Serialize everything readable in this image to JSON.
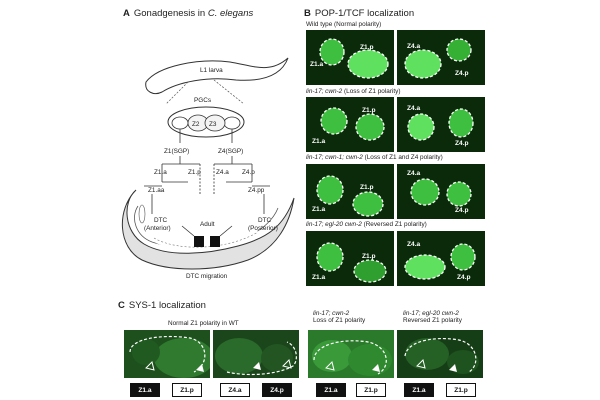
{
  "panel_a": {
    "letter": "A",
    "title_prefix": "Gonadgenesis in",
    "title_species": "C. elegans",
    "l1_larva": "L1 larva",
    "pgcs": "PGCs",
    "z2": "Z2",
    "z3": "Z3",
    "z1_sgp": "Z1(SGP)",
    "z4_sgp": "Z4(SGP)",
    "z1a": "Z1.a",
    "z1p": "Z1.p",
    "z4a": "Z4.a",
    "z4p": "Z4.p",
    "z1aa": "Z1.aa",
    "z4pp": "Z4.pp",
    "dtc_anterior_1": "DTC",
    "dtc_anterior_2": "(Anterior)",
    "dtc_posterior_1": "DTC",
    "dtc_posterior_2": "(Posterior)",
    "adult": "Adult",
    "dtc_migration": "DTC migration"
  },
  "panel_b": {
    "letter": "B",
    "title": "POP-1/TCF localization",
    "rows": [
      {
        "genotype": "",
        "condition": "Wild type (Normal polarity)"
      },
      {
        "genotype": "lin-17; cwn-2",
        "condition": "(Loss of Z1 polarity)"
      },
      {
        "genotype": "lin-17; cwn-1; cwn-2",
        "condition": "(Loss of Z1 and Z4 polarity)"
      },
      {
        "genotype": "lin-17; egl-20 cwn-2",
        "condition": "(Reversed Z1 polarity)"
      }
    ],
    "left_labels": {
      "a": "Z1.a",
      "p": "Z1.p"
    },
    "right_labels": {
      "a": "Z4.a",
      "p": "Z4.p"
    }
  },
  "panel_c": {
    "letter": "C",
    "title": "SYS-1 localization",
    "groups": [
      {
        "line1": "",
        "line2": "Normal Z1 polarity in WT"
      },
      {
        "line1": "lin-17; cwn-2",
        "line2": "Loss of Z1 polarity"
      },
      {
        "line1": "lin-17; egl-20 cwn-2",
        "line2": "Reversed Z1 polarity"
      }
    ],
    "boxes": [
      {
        "dark": "Z1.a",
        "light": "Z1.p"
      },
      {
        "dark": "Z4.p",
        "light": "Z4.a"
      },
      {
        "dark": "Z1.a",
        "light": "Z1.p"
      },
      {
        "dark": "Z1.a",
        "light": "Z1.p"
      }
    ]
  },
  "colors": {
    "fluor_bg": "#0b2d0b",
    "fluor_cell": "#3fcf3f",
    "fluor_bright": "#6df06d",
    "outline": "#ffffff"
  }
}
